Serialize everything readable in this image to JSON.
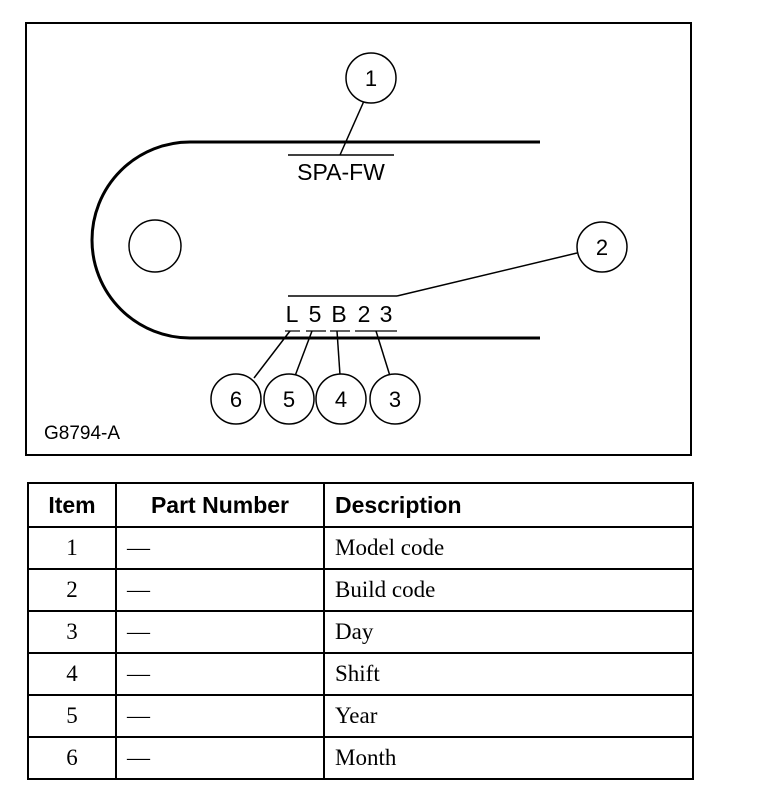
{
  "diagram": {
    "figure_id": "G8794-A",
    "model_code_text": "SPA-FW",
    "build_code_chars": [
      "L",
      "5",
      "B",
      "2",
      "3"
    ],
    "callouts": [
      "1",
      "2",
      "3",
      "4",
      "5",
      "6"
    ]
  },
  "table": {
    "headers": {
      "item": "Item",
      "part_number": "Part Number",
      "description": "Description"
    },
    "rows": [
      {
        "item": "1",
        "part_number": "—",
        "description": "Model code"
      },
      {
        "item": "2",
        "part_number": "—",
        "description": "Build code"
      },
      {
        "item": "3",
        "part_number": "—",
        "description": "Day"
      },
      {
        "item": "4",
        "part_number": "—",
        "description": "Shift"
      },
      {
        "item": "5",
        "part_number": "—",
        "description": "Year"
      },
      {
        "item": "6",
        "part_number": "—",
        "description": "Month"
      }
    ]
  }
}
